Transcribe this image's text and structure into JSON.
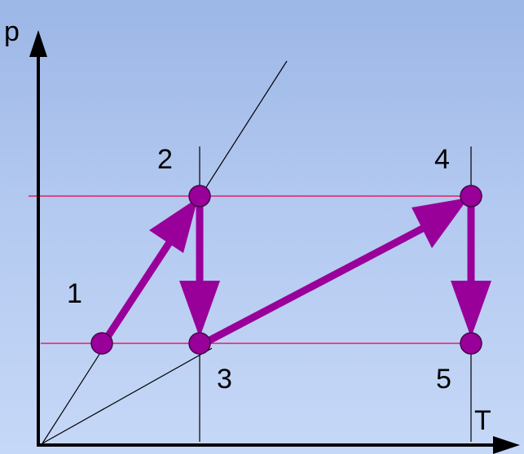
{
  "axes": {
    "y_label": "p",
    "x_label": "T"
  },
  "points": [
    {
      "id": "1",
      "label": "1"
    },
    {
      "id": "2",
      "label": "2"
    },
    {
      "id": "3",
      "label": "3"
    },
    {
      "id": "4",
      "label": "4"
    },
    {
      "id": "5",
      "label": "5"
    }
  ],
  "colors": {
    "process": "#990099",
    "isobar": "#e0206a",
    "line": "#000000",
    "background": "#a9c1ee"
  }
}
